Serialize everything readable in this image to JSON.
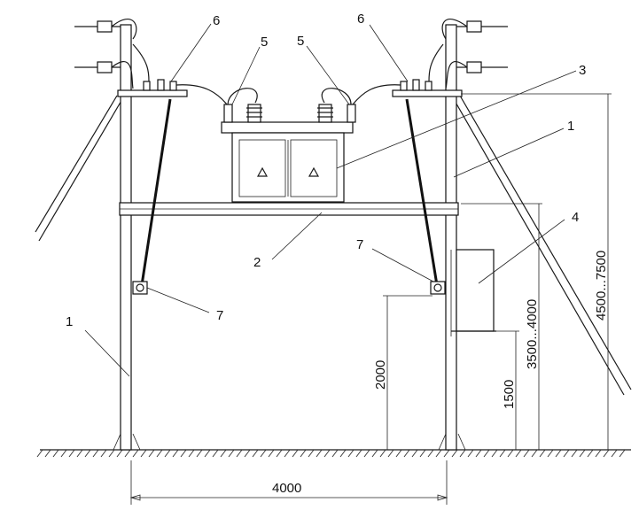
{
  "labels": {
    "l1_left": "1",
    "l1_right": "1",
    "l2": "2",
    "l3": "3",
    "l4": "4",
    "l5_left": "5",
    "l5_right": "5",
    "l6_left": "6",
    "l6_right": "6",
    "l7_left": "7",
    "l7_right": "7"
  },
  "dimensions": {
    "span": "4000",
    "h_4500_7500": "4500...7500",
    "h_3500_4000": "3500...4000",
    "h_2000": "2000",
    "h_1500": "1500"
  }
}
